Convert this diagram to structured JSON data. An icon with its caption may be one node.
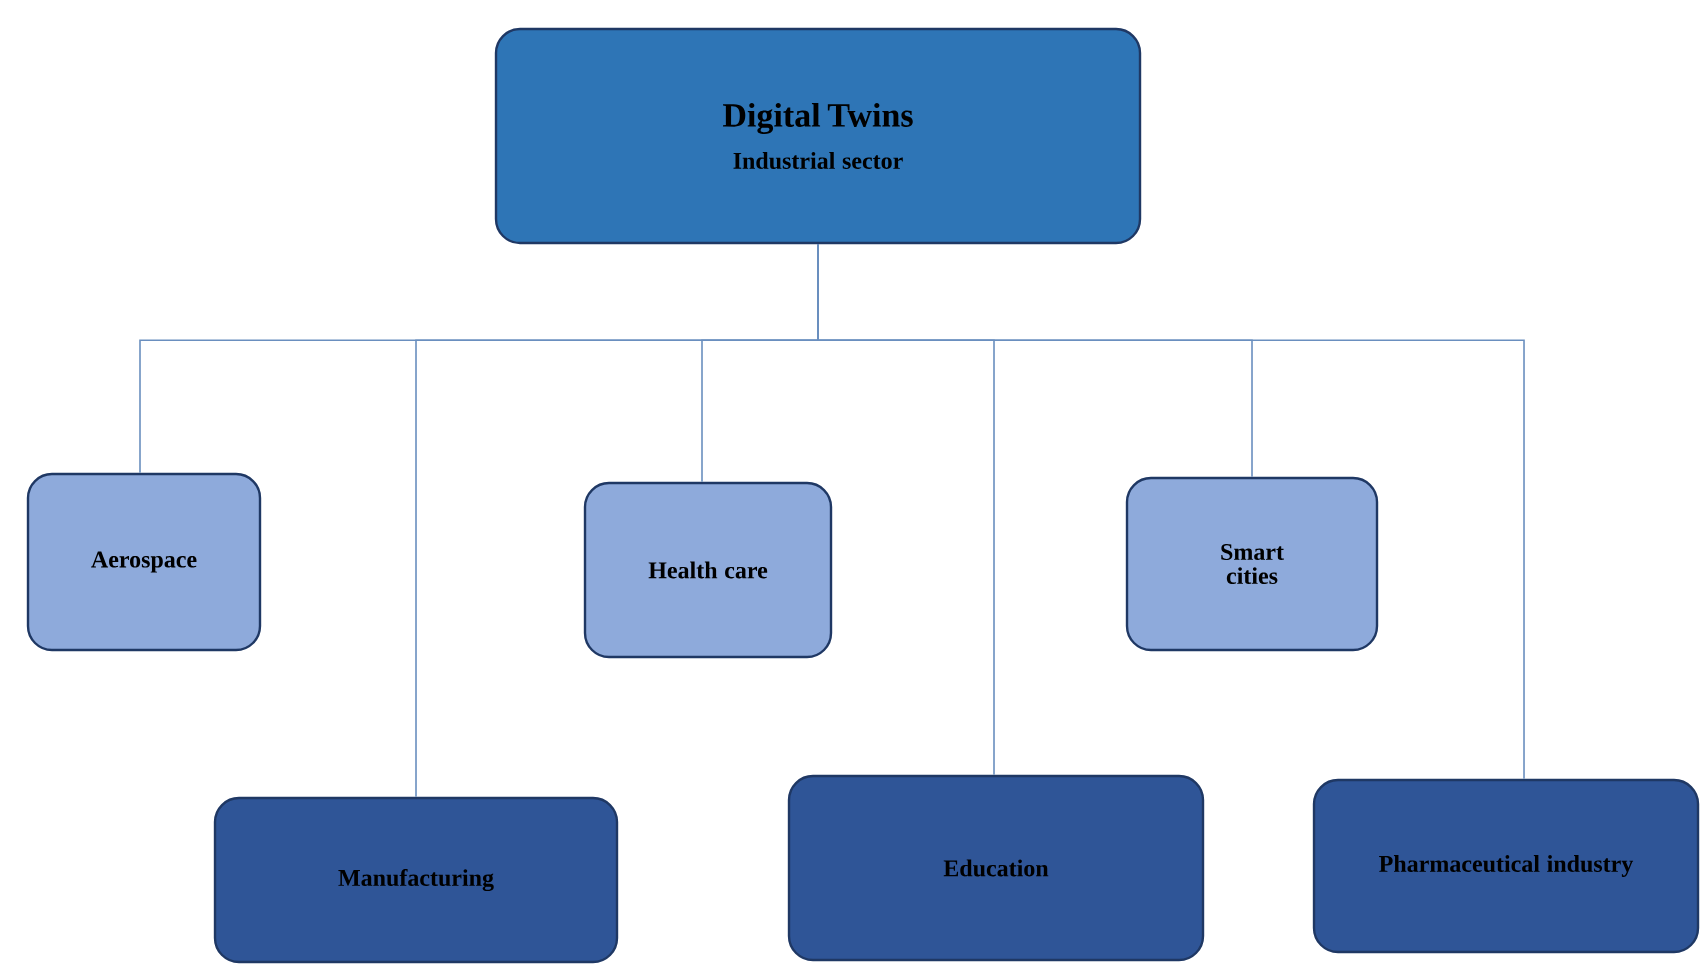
{
  "diagram": {
    "nodes": [
      {
        "text": [
          "Digital Twins",
          "Industrial sector"
        ]
      },
      {
        "text": [
          "Aerospace"
        ]
      },
      {
        "text": [
          "Health care"
        ]
      },
      {
        "text": [
          "Smart cities"
        ]
      },
      {
        "text": [
          "Manufacturing"
        ]
      },
      {
        "text": [
          "Education"
        ]
      },
      {
        "text": [
          "Pharmaceutical industry"
        ]
      }
    ],
    "edges": [
      {
        "from": 0,
        "to": 1,
        "arrow": "none"
      },
      {
        "from": 0,
        "to": 2,
        "arrow": "none"
      },
      {
        "from": 0,
        "to": 3,
        "arrow": "none"
      },
      {
        "from": 0,
        "to": 4,
        "arrow": "none"
      },
      {
        "from": 0,
        "to": 5,
        "arrow": "none"
      },
      {
        "from": 0,
        "to": 6,
        "arrow": "none"
      }
    ]
  }
}
